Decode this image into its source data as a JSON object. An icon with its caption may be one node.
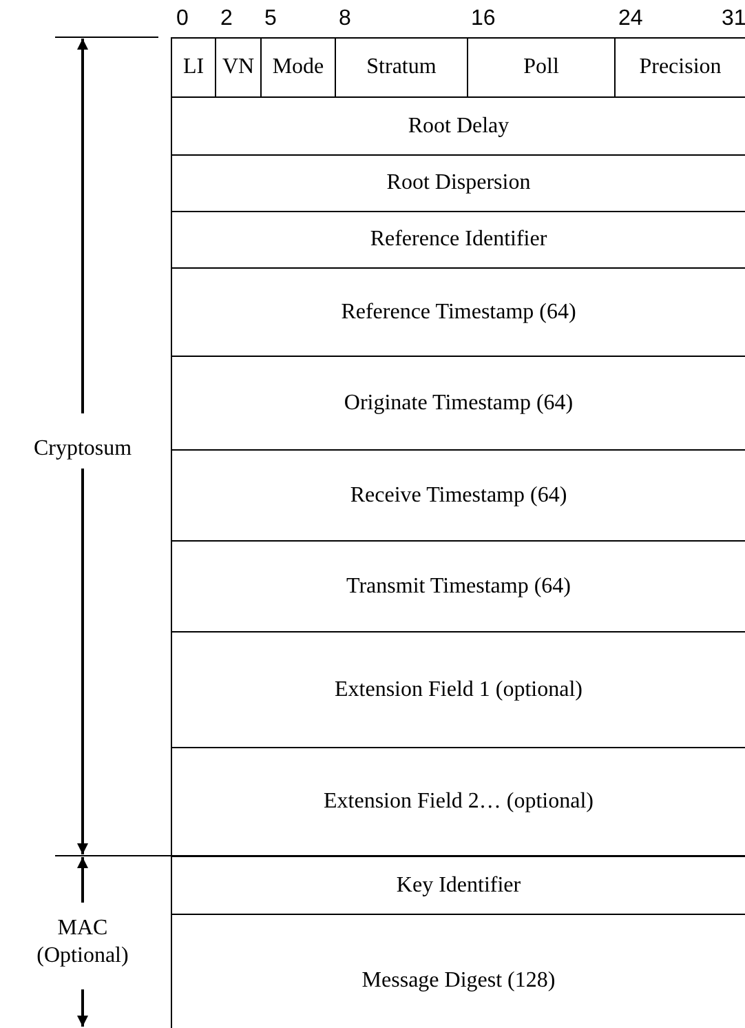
{
  "diagram": {
    "nodes": [
      {
        "text": [
          "LI"
        ]
      },
      {
        "text": [
          "VN"
        ]
      },
      {
        "text": [
          "Mode"
        ]
      },
      {
        "text": [
          "Stratum"
        ]
      },
      {
        "text": [
          "Poll"
        ]
      },
      {
        "text": [
          "Precision"
        ]
      },
      {
        "text": [
          "Root Delay"
        ]
      },
      {
        "text": [
          "Root Dispersion"
        ]
      },
      {
        "text": [
          "Reference Identifier"
        ]
      },
      {
        "text": [
          "Reference Timestamp (64)"
        ]
      },
      {
        "text": [
          "Originate Timestamp (64)"
        ]
      },
      {
        "text": [
          "Receive Timestamp (64)"
        ]
      },
      {
        "text": [
          "Transmit Timestamp (64)"
        ]
      },
      {
        "text": [
          "Extension Field 1 (optional)"
        ]
      },
      {
        "text": [
          "Extension Field 2… (optional)"
        ]
      },
      {
        "text": [
          "Key Identifier"
        ]
      },
      {
        "text": [
          "Message Digest (128)"
        ]
      }
    ],
    "labels": [
      "0",
      "2",
      "5",
      "8",
      "16",
      "24",
      "31",
      "Cryptosum",
      "MAC (Optional)"
    ]
  }
}
